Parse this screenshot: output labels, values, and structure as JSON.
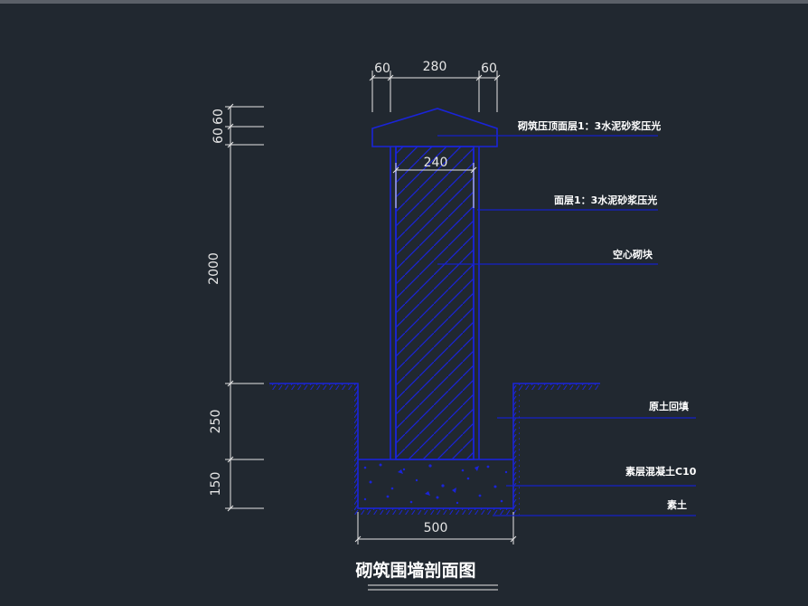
{
  "colors": {
    "background": "#212830",
    "wall": "#1a24d8",
    "leader": "#1520c8",
    "dimension": "#e6e6e6",
    "title": "#ffffff"
  },
  "title": "砌筑围墙剖面图",
  "dimensions": {
    "top_left_offset": "60",
    "top_wall_width": "280",
    "top_right_offset": "60",
    "core_width": "240",
    "left_top_a": "60",
    "left_top_b": "60",
    "wall_height": "2000",
    "buried_depth": "250",
    "foundation_depth": "150",
    "foundation_width": "500"
  },
  "labels": {
    "coping": "砌筑压顶面层1：3水泥砂浆压光",
    "facing": "面层1：3水泥砂浆压光",
    "block": "空心砌块",
    "backfill": "原土回填",
    "concrete": "素层混凝土C10",
    "soil": "素土"
  }
}
